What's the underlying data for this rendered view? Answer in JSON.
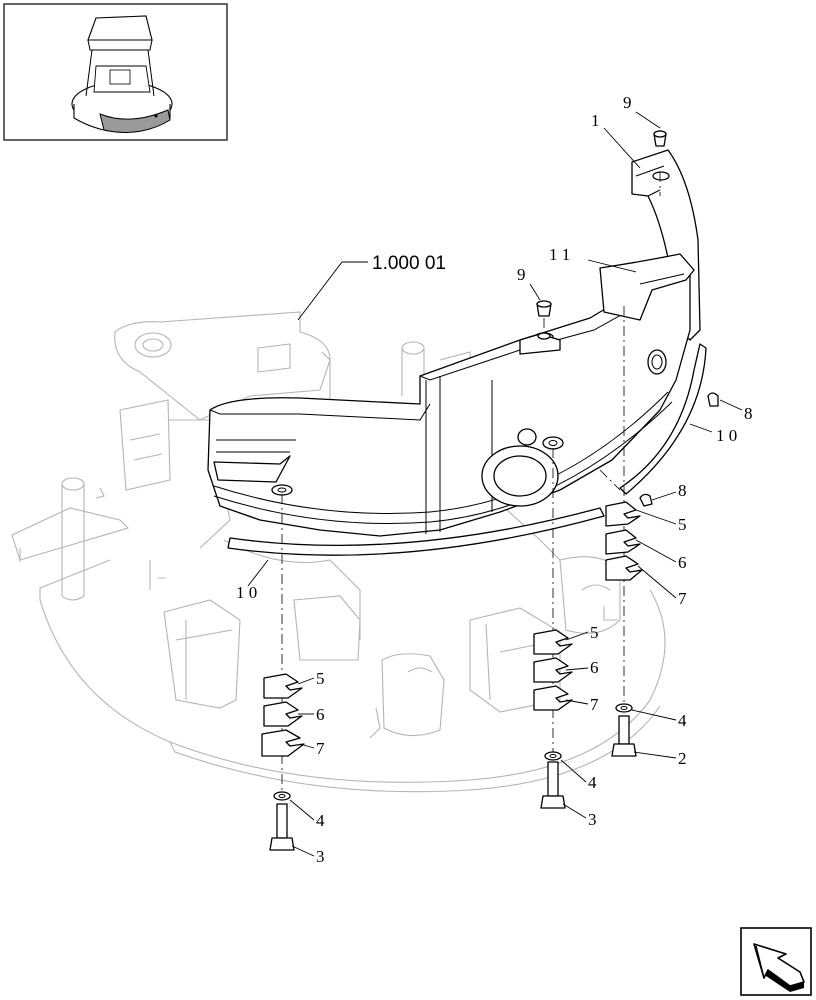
{
  "diagram": {
    "reference_label": "1.000 01",
    "callouts": [
      {
        "id": "c9a",
        "text": "9"
      },
      {
        "id": "c1",
        "text": "1"
      },
      {
        "id": "c11",
        "text": "1 1"
      },
      {
        "id": "c9b",
        "text": "9"
      },
      {
        "id": "c8a",
        "text": "8"
      },
      {
        "id": "c10a",
        "text": "1 0"
      },
      {
        "id": "c8b",
        "text": "8"
      },
      {
        "id": "c5a",
        "text": "5"
      },
      {
        "id": "c6a",
        "text": "6"
      },
      {
        "id": "c7a",
        "text": "7"
      },
      {
        "id": "c10b",
        "text": "1 0"
      },
      {
        "id": "c5b",
        "text": "5"
      },
      {
        "id": "c6b",
        "text": "6"
      },
      {
        "id": "c7b",
        "text": "7"
      },
      {
        "id": "c4a",
        "text": "4"
      },
      {
        "id": "c2",
        "text": "2"
      },
      {
        "id": "c5c",
        "text": "5"
      },
      {
        "id": "c6c",
        "text": "6"
      },
      {
        "id": "c7c",
        "text": "7"
      },
      {
        "id": "c4b",
        "text": "4"
      },
      {
        "id": "c3a",
        "text": "3"
      },
      {
        "id": "c4c",
        "text": "4"
      },
      {
        "id": "c3b",
        "text": "3"
      }
    ]
  },
  "icons": {
    "thumbnail": "machine-overview-thumbnail",
    "nav": "navigation-arrow-icon"
  },
  "colors": {
    "line": "#000000",
    "frame": "#b4b4b4",
    "highlight": "#9a9a9a"
  }
}
